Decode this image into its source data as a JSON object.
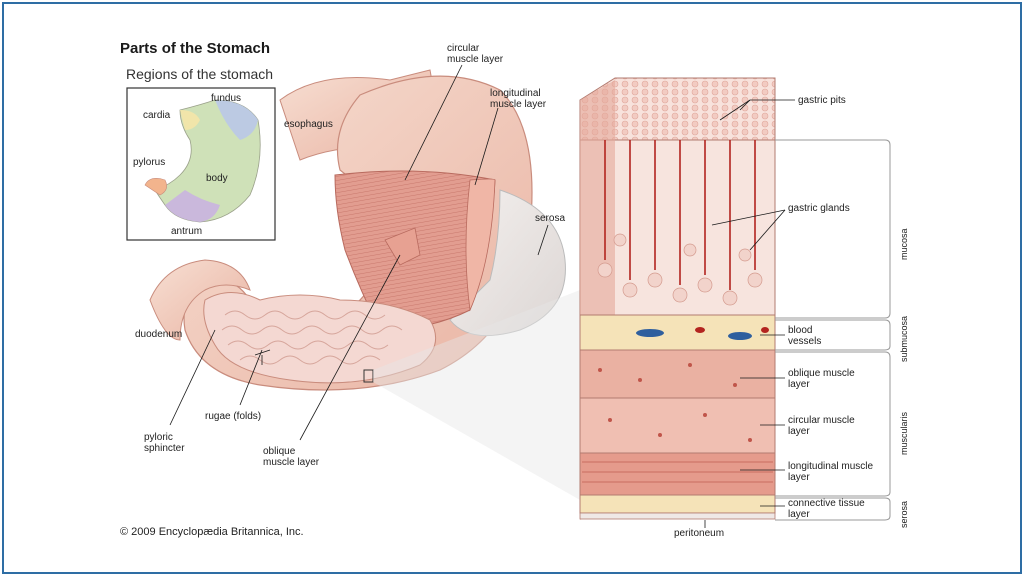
{
  "title": "Parts of the Stomach",
  "subtitle": "Regions of the stomach",
  "inset_labels": {
    "fundus": "fundus",
    "cardia": "cardia",
    "pylorus": "pylorus",
    "body": "body",
    "antrum": "antrum"
  },
  "labels": {
    "esophagus": "esophagus",
    "circular_muscle": "circular\nmuscle layer",
    "longitudinal_muscle": "longitudinal\nmuscle layer",
    "serosa": "serosa",
    "duodenum": "duodenum",
    "rugae": "rugae (folds)",
    "pyloric_sphincter": "pyloric\nsphincter",
    "oblique_muscle": "oblique\nmuscle layer"
  },
  "section_labels": {
    "gastric_pits": "gastric pits",
    "gastric_glands": "gastric glands",
    "blood_vessels": "blood\nvessels",
    "oblique_muscle": "oblique muscle\nlayer",
    "circular_muscle": "circular muscle\nlayer",
    "longitudinal_muscle": "longitudinal muscle\nlayer",
    "connective_tissue": "connective tissue\nlayer",
    "peritoneum": "peritoneum"
  },
  "layer_labels": {
    "mucosa": "mucosa",
    "submucosa": "submucosa",
    "muscularis": "muscularis",
    "serosa": "serosa"
  },
  "copyright": "© 2009 Encyclopædia Britannica, Inc.",
  "colors": {
    "frame": "#2e6da4",
    "tissue_light": "#f6d9cc",
    "tissue_mid": "#e8a593",
    "muscle": "#d98b7c",
    "muscle_dark": "#c0554a",
    "gland": "#f3e7e2",
    "vessel_red": "#b3241f",
    "vessel_blue": "#2f5f9e",
    "submucosa": "#f5e3b8"
  }
}
